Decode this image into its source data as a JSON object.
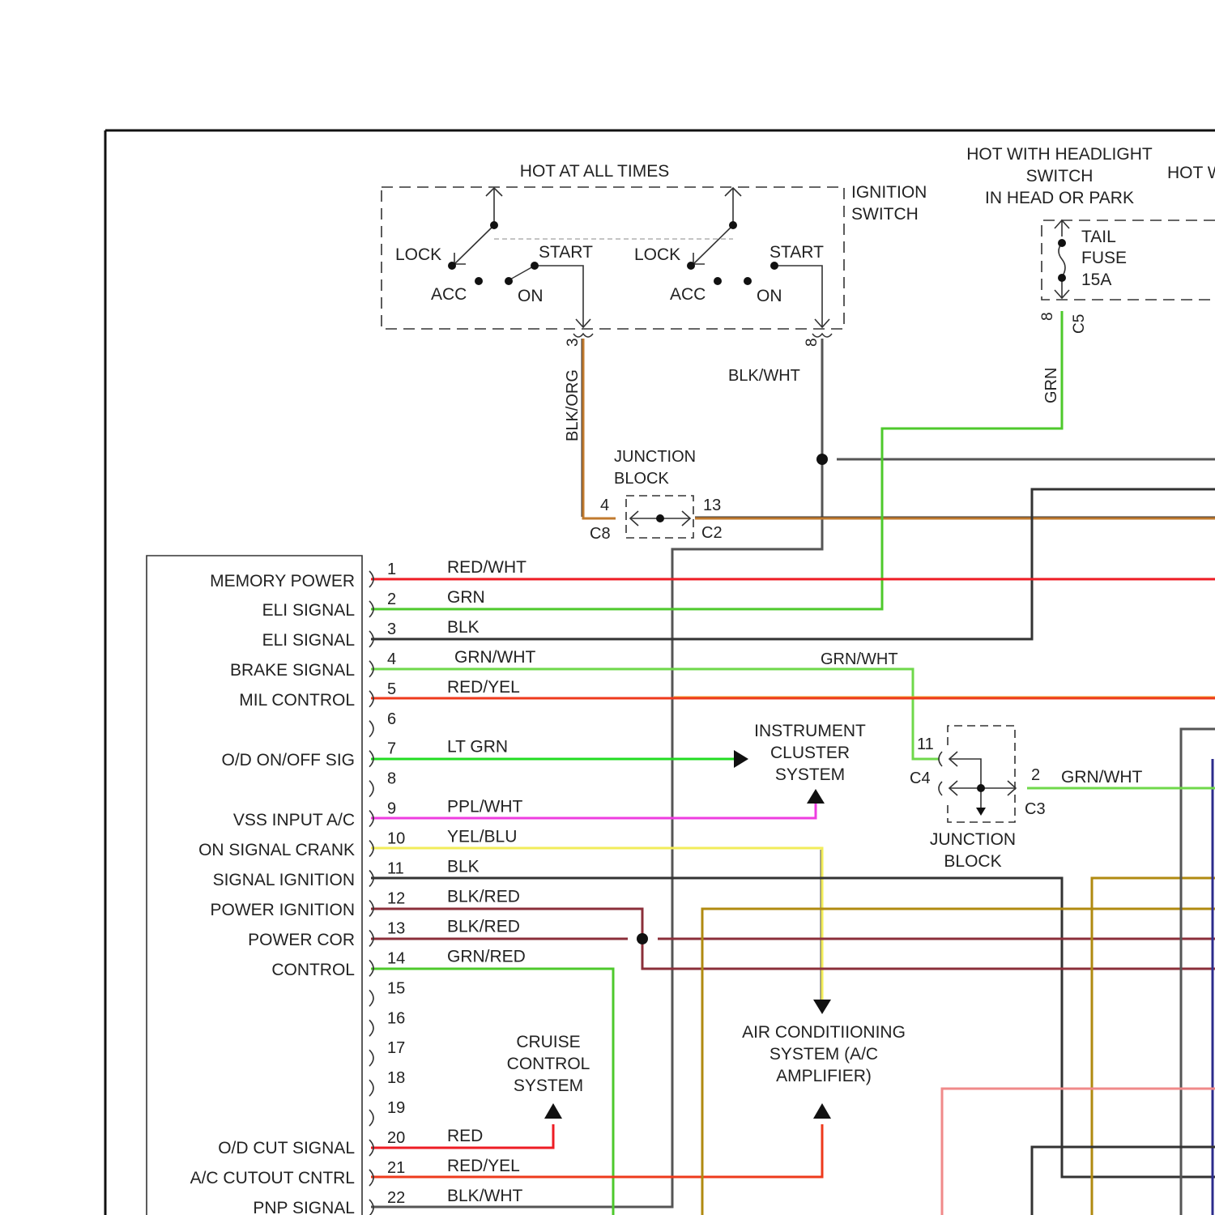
{
  "colors": {
    "red": "#ee1c24",
    "green": "#4ec92c",
    "black": "#333333",
    "orange": "#c07a2e",
    "yellow": "#f2ec5a",
    "pink": "#ee3de0",
    "olive": "#b08a10",
    "darkred": "#8b2f3a",
    "navy": "#2c2c8c",
    "gray": "#555555"
  },
  "top": {
    "hot_at_all_times": "HOT AT ALL TIMES",
    "ignition_switch": [
      "IGNITION",
      "SWITCH"
    ],
    "hot_headlight": [
      "HOT WITH HEADLIGHT",
      "SWITCH",
      "IN HEAD OR PARK"
    ],
    "hot_cut": "HOT W",
    "fuse": [
      "TAIL",
      "FUSE",
      "15A"
    ],
    "switch_left": {
      "lock": "LOCK",
      "acc": "ACC",
      "start": "START",
      "on": "ON"
    },
    "switch_right": {
      "lock": "LOCK",
      "acc": "ACC",
      "start": "START",
      "on": "ON"
    },
    "pin3": "3",
    "pin8": "8",
    "pin8_c5": "8",
    "c5": "C5",
    "blk_org": "BLK/ORG",
    "blk_wht": "BLK/WHT",
    "grn": "GRN"
  },
  "junction_block_1": {
    "label": [
      "JUNCTION",
      "BLOCK"
    ],
    "pin_left": "4",
    "conn_left": "C8",
    "pin_right": "13",
    "conn_right": "C2"
  },
  "junction_block_2": {
    "label": [
      "JUNCTION",
      "BLOCK"
    ],
    "pin_11": "11",
    "conn_c4": "C4",
    "conn_c3": "C3",
    "pin_2": "2",
    "wire_out": "GRN/WHT"
  },
  "grn_wht_label_mid": "GRN/WHT",
  "ecm_pins": [
    {
      "num": "1",
      "func": "MEMORY POWER",
      "wire": "RED/WHT"
    },
    {
      "num": "2",
      "func": "ELI SIGNAL",
      "wire": "GRN"
    },
    {
      "num": "3",
      "func": "ELI SIGNAL",
      "wire": "BLK"
    },
    {
      "num": "4",
      "func": "BRAKE SIGNAL",
      "wire": "GRN/WHT"
    },
    {
      "num": "5",
      "func": "MIL CONTROL",
      "wire": "RED/YEL"
    },
    {
      "num": "6",
      "func": "",
      "wire": ""
    },
    {
      "num": "7",
      "func": "O/D ON/OFF SIG",
      "wire": "LT GRN"
    },
    {
      "num": "8",
      "func": "",
      "wire": ""
    },
    {
      "num": "9",
      "func": "VSS INPUT A/C",
      "wire": "PPL/WHT"
    },
    {
      "num": "10",
      "func": "ON SIGNAL CRANK",
      "wire": "YEL/BLU"
    },
    {
      "num": "11",
      "func": "SIGNAL IGNITION",
      "wire": "BLK"
    },
    {
      "num": "12",
      "func": "POWER IGNITION",
      "wire": "BLK/RED"
    },
    {
      "num": "13",
      "func": "POWER COR",
      "wire": "BLK/RED"
    },
    {
      "num": "14",
      "func": "CONTROL",
      "wire": "GRN/RED"
    },
    {
      "num": "15",
      "func": "",
      "wire": ""
    },
    {
      "num": "16",
      "func": "",
      "wire": ""
    },
    {
      "num": "17",
      "func": "",
      "wire": ""
    },
    {
      "num": "18",
      "func": "",
      "wire": ""
    },
    {
      "num": "19",
      "func": "",
      "wire": ""
    },
    {
      "num": "20",
      "func": "O/D CUT SIGNAL",
      "wire": "RED"
    },
    {
      "num": "21",
      "func": "A/C CUTOUT CNTRL",
      "wire": "RED/YEL"
    },
    {
      "num": "22",
      "func": "PNP SIGNAL",
      "wire": "BLK/WHT"
    }
  ],
  "systems": {
    "instrument_cluster": [
      "INSTRUMENT",
      "CLUSTER",
      "SYSTEM"
    ],
    "air_conditioning": [
      "AIR CONDITIIONING",
      "SYSTEM (A/C",
      "AMPLIFIER)"
    ],
    "cruise_control": [
      "CRUISE",
      "CONTROL",
      "SYSTEM"
    ]
  }
}
